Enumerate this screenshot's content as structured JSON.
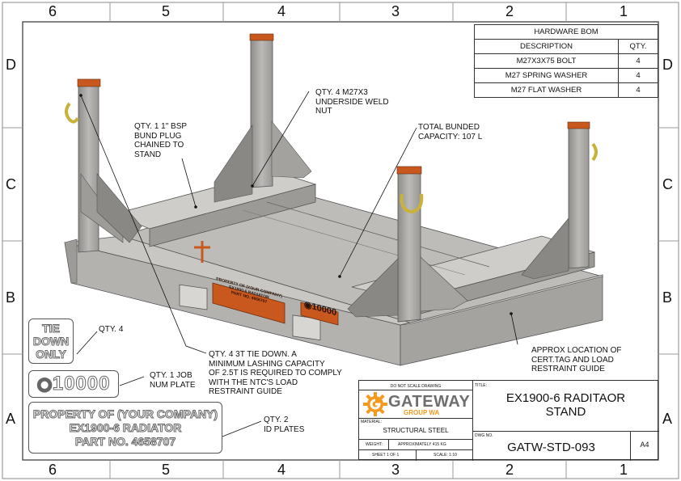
{
  "zones": {
    "cols": [
      "6",
      "5",
      "4",
      "3",
      "2",
      "1"
    ],
    "rows": [
      "D",
      "C",
      "B",
      "A"
    ]
  },
  "bom": {
    "title": "HARDWARE BOM",
    "headers": [
      "DESCRIPTION",
      "QTY."
    ],
    "rows": [
      {
        "description": "M27X3X75 BOLT",
        "qty": "4"
      },
      {
        "description": "M27 SPRING WASHER",
        "qty": "4"
      },
      {
        "description": "M27 FLAT WASHER",
        "qty": "4"
      }
    ]
  },
  "notes": {
    "weld_nut": "QTY. 4 M27X3\nUNDERSIDE WELD\nNUT",
    "bund_plug": "QTY. 1 1\" BSP\nBUND PLUG\nCHAINED TO\nSTAND",
    "bunded": "TOTAL BUNDED\nCAPACITY: 107 L",
    "tie_down_qty": "QTY. 4",
    "tie_down": "QTY. 4 3T TIE DOWN. A\nMINIMUM LASHING CAPACITY\nOF  2.5T IS REQUIRED TO  COMPLY\nWITH THE NTC'S LOAD\nRESTRAINT GUIDE",
    "job_plate": "QTY. 1 JOB\nNUM PLATE",
    "id_plates": "QTY. 2\nID PLATES",
    "cert_tag": "APPROX LOCATION OF\nCERT.TAG AND LOAD\nRESTRAINT GUIDE"
  },
  "plates": {
    "tie_down": [
      "TIE",
      "DOWN",
      "ONLY"
    ],
    "job_number": "10000",
    "id_lines": [
      "PROPERTY OF (YOUR COMPANY)",
      "EX1900-6 RADIATOR",
      "PART NO. 4658707"
    ],
    "stand_plate_lines": [
      "PROPERTY OF (YOUR COMPANY)",
      "EX1900-6 RADIATOR",
      "PART NO. 4658707"
    ],
    "stand_job": "10000"
  },
  "title_block": {
    "do_not_scale": "DO NOT SCALE DRAWING",
    "title_label": "TITLE:",
    "title": "EX1900-6 RADITAOR\nSTAND",
    "logo_name": "GATEWAY",
    "logo_sub": "GROUP WA",
    "material_label": "MATERIAL:",
    "material": "STRUCTURAL STEEL",
    "weight_label": "WEIGHT:",
    "weight": "APPROXIMATELY 415 KG",
    "dwg_label": "DWG NO.",
    "dwg_no": "GATW-STD-093",
    "size": "A4",
    "sheet": "SHEET 1 OF 1",
    "scale": "SCALE: 1:10"
  },
  "colors": {
    "steel": "#b9b7b4",
    "steel_dark": "#8e8c89",
    "steel_light": "#d6d4d1",
    "orange": "#c9581f",
    "logo_orange": "#f39a1e",
    "logo_gray": "#6d6e70",
    "yellow": "#c8b23a"
  }
}
